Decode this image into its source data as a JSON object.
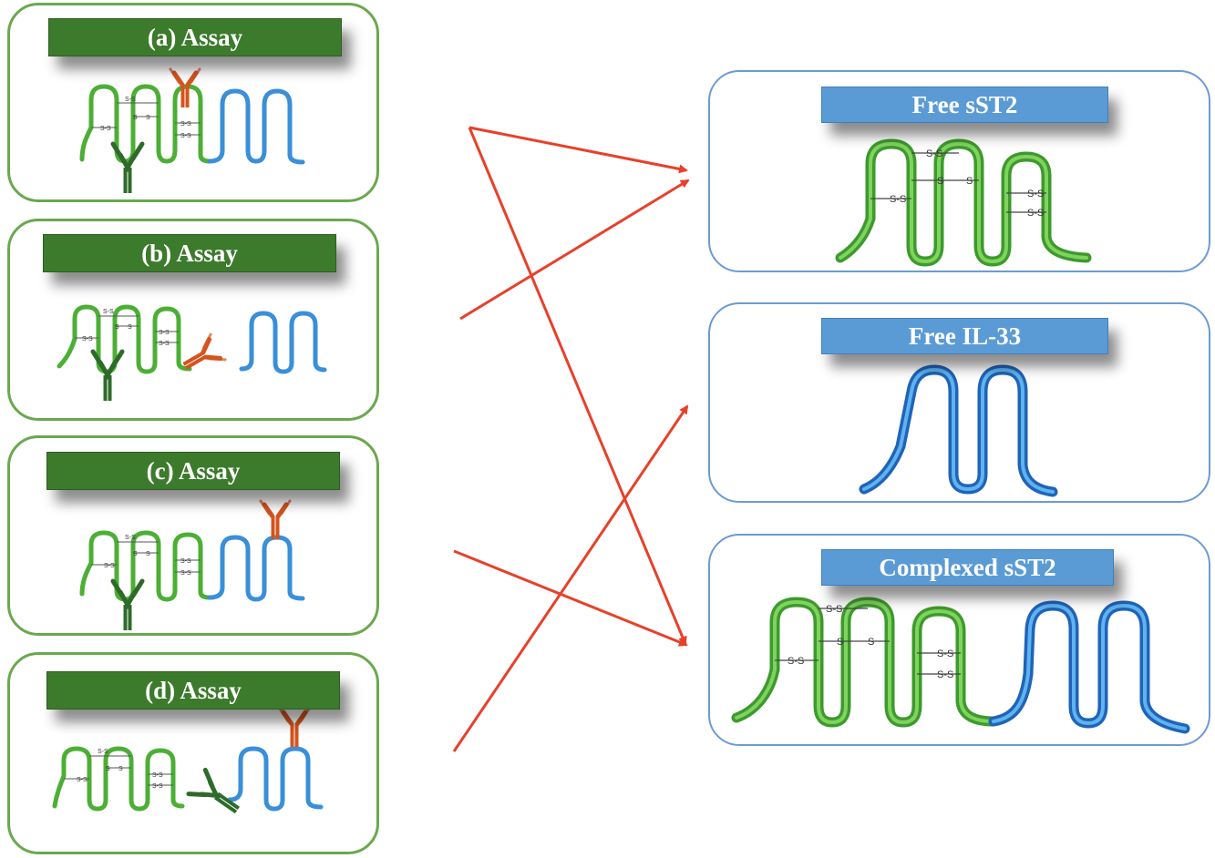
{
  "assays": [
    {
      "title": "(a) Assay"
    },
    {
      "title": "(b) Assay"
    },
    {
      "title": "(c) Assay"
    },
    {
      "title": "(d) Assay"
    }
  ],
  "targets": [
    {
      "title": "Free sST2"
    },
    {
      "title": "Free IL-33"
    },
    {
      "title": "Complexed sST2"
    }
  ],
  "bond_labels": {
    "disulfide": "S-S",
    "sulfur": "S"
  },
  "colors": {
    "assay_border": "#6aa84f",
    "assay_banner": "#3c7a2c",
    "target_border": "#6c9bd2",
    "target_banner": "#5b9bd5",
    "sst2_strand": "#4caf35",
    "il33_strand": "#3a8fd9",
    "capture_antibody": "#2e6b2a",
    "detection_antibody": "#d4541e",
    "arrow": "#e8402a"
  }
}
